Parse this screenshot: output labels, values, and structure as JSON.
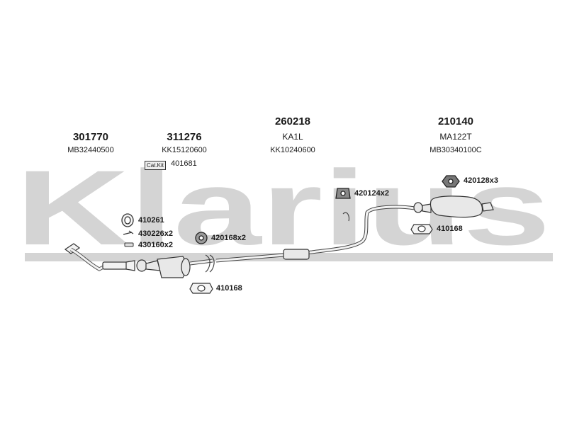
{
  "watermark": {
    "text": "Klarius",
    "color": "#d4d4d4"
  },
  "parts": [
    {
      "number": "301770",
      "code": "MB32440500"
    },
    {
      "number": "311276",
      "code": "KK15120600"
    },
    {
      "number": "260218",
      "code": "KA1L",
      "code2": "KK10240600"
    },
    {
      "number": "210140",
      "code": "MA122T",
      "code2": "MB30340100C"
    }
  ],
  "catkit": {
    "badge": "Cat.Kit",
    "number": "401681"
  },
  "fittings": {
    "f410261": "410261",
    "f430226": "430226x2",
    "f430160": "430160x2",
    "f420168": "420168x2",
    "f410168_low": "410168",
    "f420124": "420124x2",
    "f420128": "420128x3",
    "f410168_rear": "410168"
  }
}
